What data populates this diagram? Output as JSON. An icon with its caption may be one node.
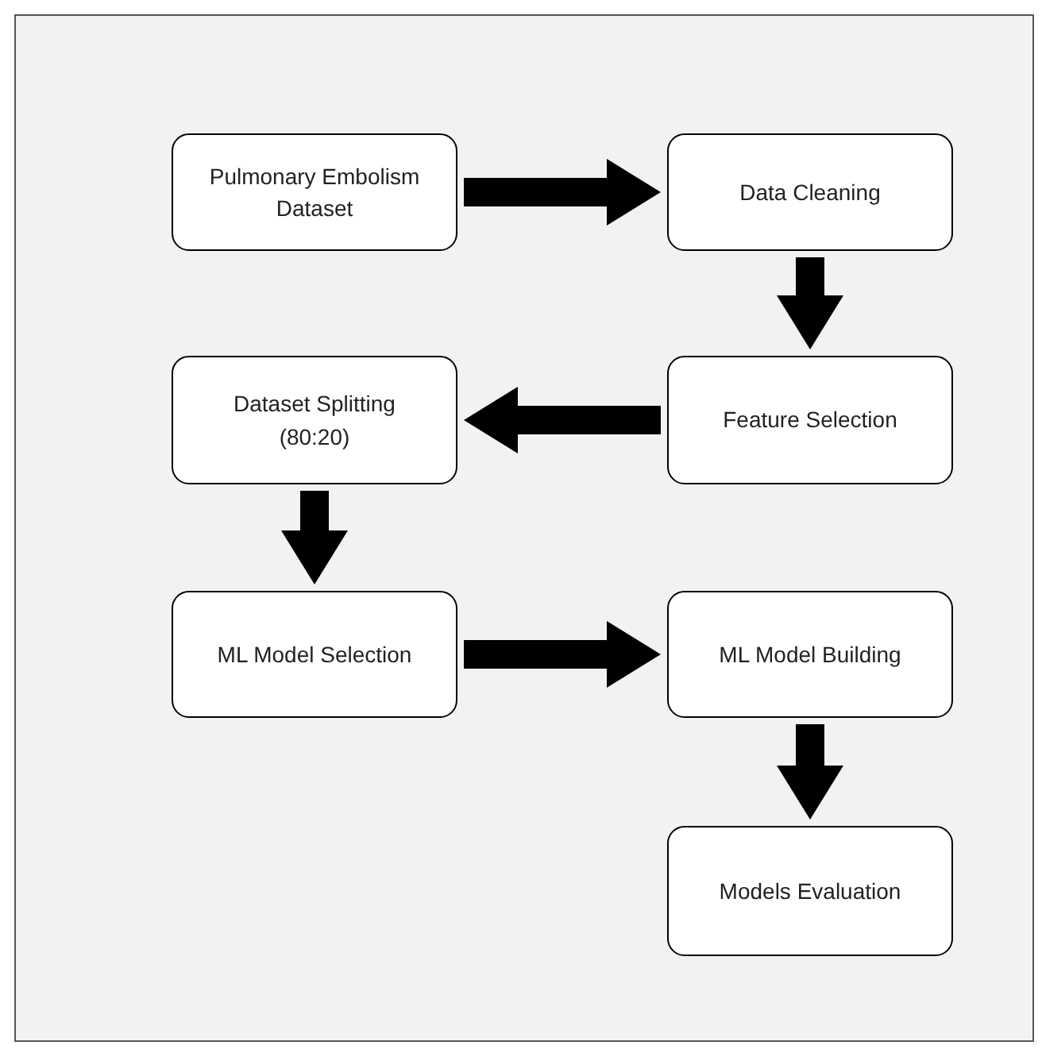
{
  "diagram": {
    "nodes": [
      {
        "text": [
          "Pulmonary Embolism Dataset"
        ]
      },
      {
        "text": [
          "Data Cleaning"
        ]
      },
      {
        "text": [
          "Feature Selection"
        ]
      },
      {
        "text": [
          "Dataset Splitting (80:20)"
        ]
      },
      {
        "text": [
          "ML Model Selection"
        ]
      },
      {
        "text": [
          "ML Model Building"
        ]
      },
      {
        "text": [
          "Models Evaluation"
        ]
      }
    ],
    "edges": [
      {
        "from": 0,
        "to": 1,
        "arrow": "to"
      },
      {
        "from": 1,
        "to": 2,
        "arrow": "to"
      },
      {
        "from": 2,
        "to": 3,
        "arrow": "to"
      },
      {
        "from": 3,
        "to": 4,
        "arrow": "to"
      },
      {
        "from": 4,
        "to": 5,
        "arrow": "to"
      },
      {
        "from": 5,
        "to": 6,
        "arrow": "to"
      }
    ]
  }
}
